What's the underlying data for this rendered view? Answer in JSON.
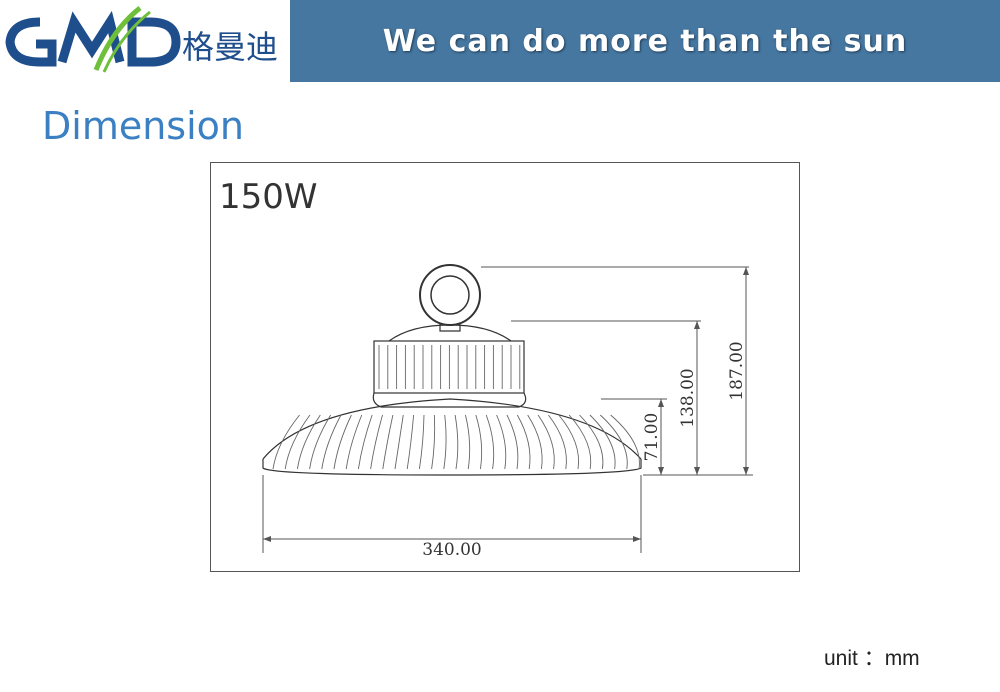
{
  "brand": {
    "logo_latin": "GMD",
    "logo_chinese": "格曼迪",
    "color_blue": "#1f4e8c",
    "color_green": "#6fbf3b"
  },
  "banner": {
    "slogan": "We can do more than the sun",
    "color": "#4677a0"
  },
  "page": {
    "title": "Dimension",
    "title_color": "#3b80c3"
  },
  "drawing": {
    "model": "150W",
    "dimensions": {
      "width": "340.00",
      "height_flange": "71.00",
      "height_body": "138.00",
      "height_total": "187.00"
    }
  },
  "footer": {
    "unit": "unit ：mm"
  }
}
